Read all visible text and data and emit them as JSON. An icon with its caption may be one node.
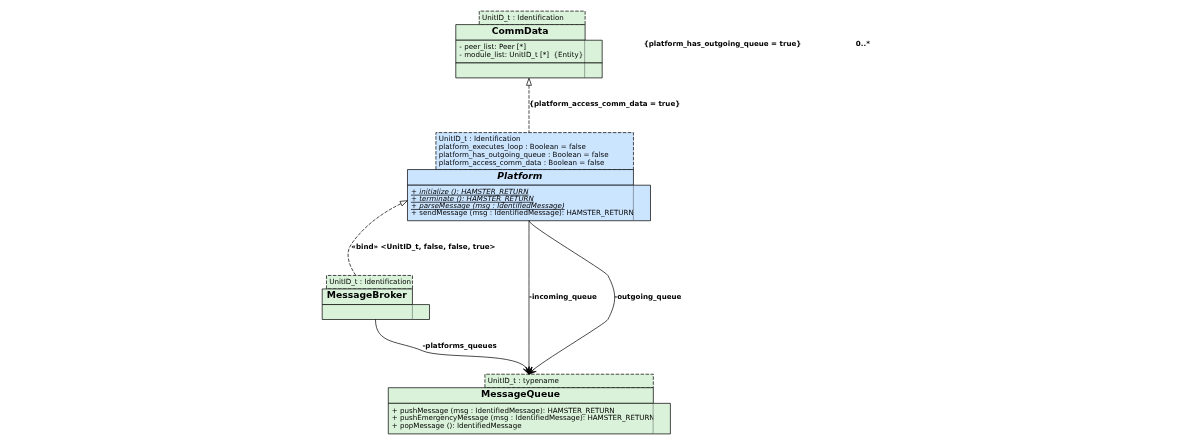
{
  "diagram": {
    "nodes": [
      {
        "text": [
          "UnitID_t : Identification",
          "CommData",
          "- peer_list: Peer [*]",
          "- module_list: UnitID_t [*]  {Entity}"
        ]
      },
      {
        "text": [
          "UnitID_t : Identification platform_executes_loop : Boolean = false platform_has_outgoing_queue : Boolean = false platform_access_comm_data : Boolean = false",
          "Platform",
          "+ initialize (): HAMSTER_RETURN",
          "+ terminate (): HAMSTER_RETURN",
          "+ parseMessage (msg : IdentifiedMessage)",
          "+ sendMessage (msg : IdentifiedMessage): HAMSTER_RETURN"
        ]
      },
      {
        "text": [
          "UnitID_t : Identification",
          "MessageBroker"
        ]
      },
      {
        "text": [
          "UnitID_t : typename",
          "MessageQueue",
          "+ pushMessage (msg : IdentifiedMessage): HAMSTER_RETURN",
          "+ pushEmergencyMessage (msg : IdentifiedMessage): HAMSTER_RETURN",
          "+ popMessage (): IdentifiedMessage"
        ]
      }
    ],
    "edges": [
      {
        "from": 1,
        "to": 0,
        "arrow": "to",
        "style": "dashed",
        "label": "{platform_access_comm_data = true}"
      },
      {
        "from": 2,
        "to": 1,
        "arrow": "to",
        "style": "dashed",
        "label": "«bind» <UnitID_t, false, false, true>"
      },
      {
        "from": 1,
        "to": 3,
        "arrow": "to",
        "label": "-incoming_queue"
      },
      {
        "from": 1,
        "to": 3,
        "arrow": "to",
        "label": "-outgoing_queue"
      },
      {
        "from": 2,
        "to": 3,
        "arrow": "to",
        "label": "-platforms_queues"
      }
    ],
    "labels": [
      "{platform_has_outgoing_queue = true}",
      "0..*"
    ]
  }
}
